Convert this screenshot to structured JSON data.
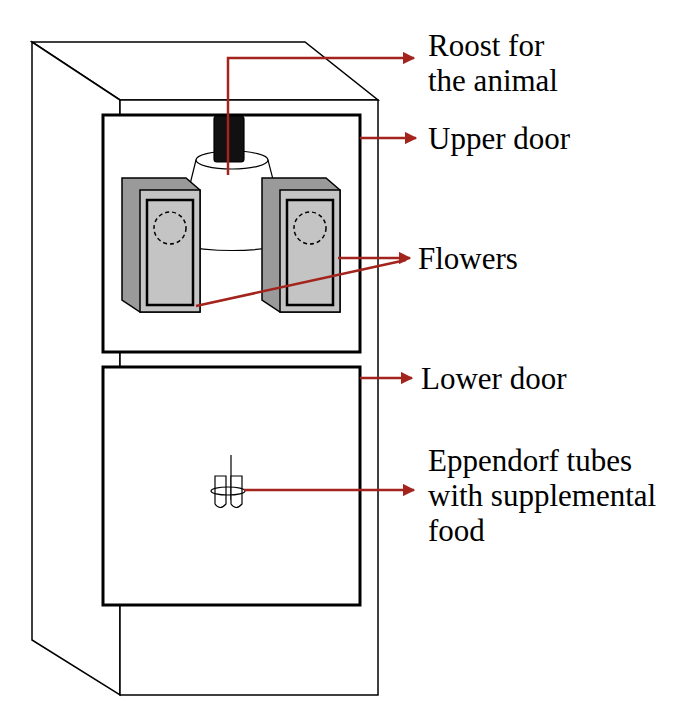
{
  "diagram": {
    "labels": [
      "Roost for the animal",
      "Upper door",
      "Flowers",
      "Lower door",
      "Eppendorf tubes with supplemental food"
    ]
  }
}
